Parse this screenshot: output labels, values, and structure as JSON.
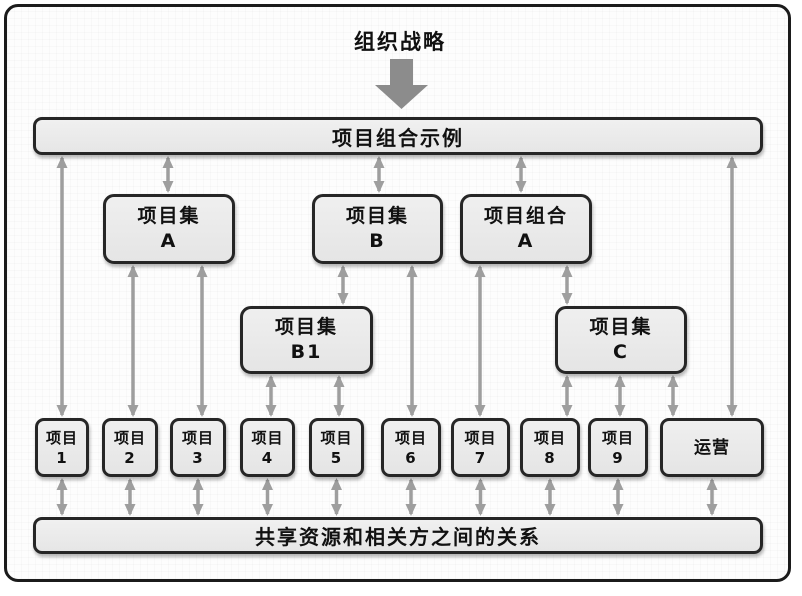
{
  "title": "组织战略",
  "portfolio_bar": {
    "label": "项目组合示例"
  },
  "bottom_bar": {
    "label": "共享资源和相关方之间的关系"
  },
  "colors": {
    "box_fill": "#e9e9e9",
    "box_border": "#262626",
    "frame_border": "#1b1b1b",
    "arrow": "#9e9e9e",
    "block_arrow": "#8c8c8c",
    "text": "#111111"
  },
  "nodes": [
    {
      "id": "program-a",
      "lines": [
        "项目集",
        "A"
      ]
    },
    {
      "id": "program-b",
      "lines": [
        "项目集",
        "B"
      ]
    },
    {
      "id": "portfolio-a",
      "lines": [
        "项目组合",
        "A"
      ]
    },
    {
      "id": "program-b1",
      "lines": [
        "项目集",
        "B1"
      ]
    },
    {
      "id": "program-c",
      "lines": [
        "项目集",
        "C"
      ]
    },
    {
      "id": "project-1",
      "lines": [
        "项目",
        "1"
      ]
    },
    {
      "id": "project-2",
      "lines": [
        "项目",
        "2"
      ]
    },
    {
      "id": "project-3",
      "lines": [
        "项目",
        "3"
      ]
    },
    {
      "id": "project-4",
      "lines": [
        "项目",
        "4"
      ]
    },
    {
      "id": "project-5",
      "lines": [
        "项目",
        "5"
      ]
    },
    {
      "id": "project-6",
      "lines": [
        "项目",
        "6"
      ]
    },
    {
      "id": "project-7",
      "lines": [
        "项目",
        "7"
      ]
    },
    {
      "id": "project-8",
      "lines": [
        "项目",
        "8"
      ]
    },
    {
      "id": "project-9",
      "lines": [
        "项目",
        "9"
      ]
    },
    {
      "id": "operations",
      "lines": [
        "运营"
      ]
    }
  ],
  "edges": [
    {
      "from": "portfolio-bar",
      "to": "project-1"
    },
    {
      "from": "portfolio-bar",
      "to": "program-a"
    },
    {
      "from": "portfolio-bar",
      "to": "program-b"
    },
    {
      "from": "portfolio-bar",
      "to": "portfolio-a"
    },
    {
      "from": "portfolio-bar",
      "to": "operations"
    },
    {
      "from": "program-a",
      "to": "project-2"
    },
    {
      "from": "program-a",
      "to": "project-3"
    },
    {
      "from": "program-b",
      "to": "program-b1"
    },
    {
      "from": "program-b",
      "to": "project-6"
    },
    {
      "from": "program-b1",
      "to": "project-4"
    },
    {
      "from": "program-b1",
      "to": "project-5"
    },
    {
      "from": "portfolio-a",
      "to": "project-7"
    },
    {
      "from": "portfolio-a",
      "to": "program-c"
    },
    {
      "from": "program-c",
      "to": "project-8"
    },
    {
      "from": "program-c",
      "to": "project-9"
    },
    {
      "from": "program-c",
      "to": "operations"
    },
    {
      "from": "project-1",
      "to": "shared-bar"
    },
    {
      "from": "project-2",
      "to": "shared-bar"
    },
    {
      "from": "project-3",
      "to": "shared-bar"
    },
    {
      "from": "project-4",
      "to": "shared-bar"
    },
    {
      "from": "project-5",
      "to": "shared-bar"
    },
    {
      "from": "project-6",
      "to": "shared-bar"
    },
    {
      "from": "project-7",
      "to": "shared-bar"
    },
    {
      "from": "project-8",
      "to": "shared-bar"
    },
    {
      "from": "project-9",
      "to": "shared-bar"
    },
    {
      "from": "operations",
      "to": "shared-bar"
    }
  ]
}
